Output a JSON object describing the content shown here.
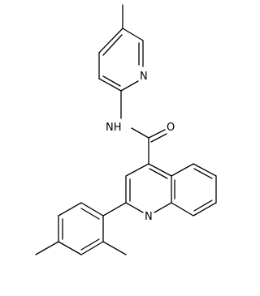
{
  "diagram": {
    "type": "chemical-structure",
    "atom_labels": {
      "pyridine_n": "N",
      "amide_nh": "NH",
      "carbonyl_o": "O",
      "quinoline_n": "N"
    },
    "colors": {
      "bond": "#000000",
      "label": "#000000",
      "background": "#ffffff"
    }
  }
}
